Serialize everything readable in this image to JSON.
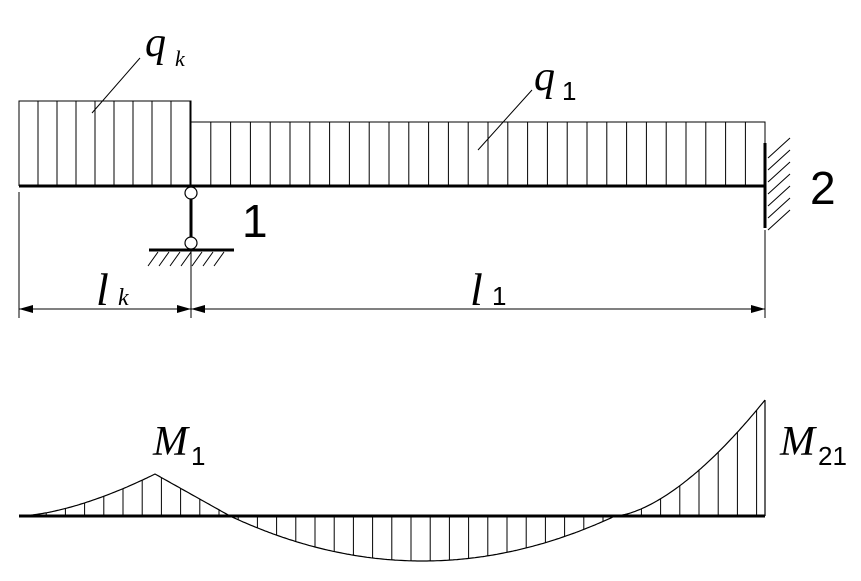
{
  "labels": {
    "q_k": {
      "main": "q",
      "sub": "k"
    },
    "q_1": {
      "main": "q",
      "sub": "1"
    },
    "support_1": "1",
    "support_2": "2",
    "l_k": {
      "main": "l",
      "sub": "k"
    },
    "l_1": {
      "main": "l",
      "sub": "1"
    },
    "M_1": {
      "main": "M",
      "sub": "1"
    },
    "M_21": {
      "main": "M",
      "sub": "21"
    }
  }
}
